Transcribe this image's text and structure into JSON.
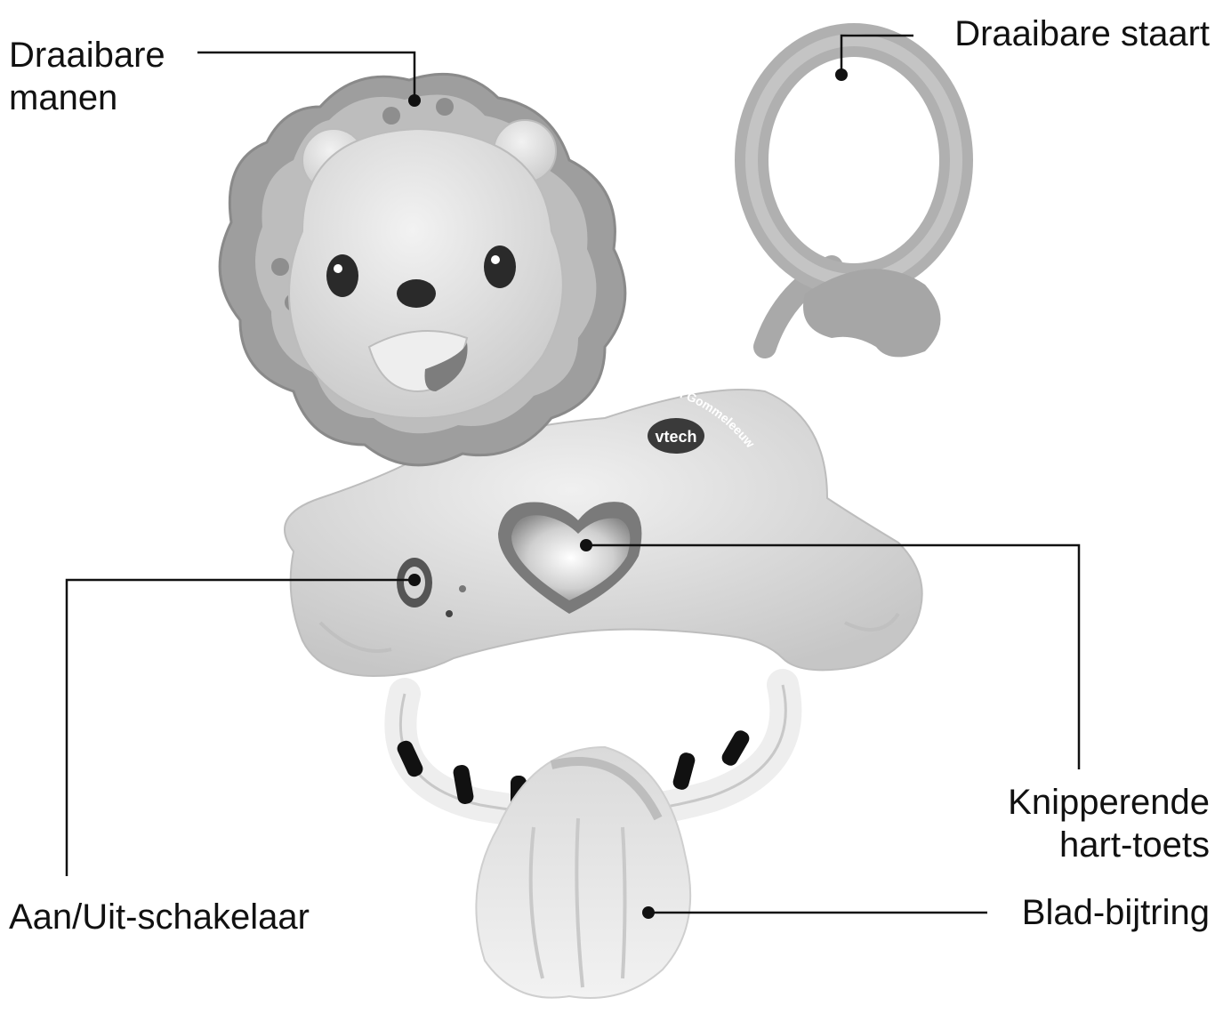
{
  "callouts": {
    "manes": {
      "lines": [
        "Draaibare",
        "manen"
      ]
    },
    "tail": {
      "lines": [
        "Draaibare staart"
      ]
    },
    "heart": {
      "lines": [
        "Knipperende",
        "hart-toets"
      ]
    },
    "power": {
      "lines": [
        "Aan/Uit-schakelaar"
      ]
    },
    "teether": {
      "lines": [
        "Blad-bijtring"
      ]
    }
  },
  "toy": {
    "logo_text": "vtech",
    "arc_text": "Prut & Speel Gommeleeuw"
  },
  "colors": {
    "line": "#111111",
    "toy_body": "#d9d9d9",
    "mane": "#a8a8a8",
    "tail": "#b3b3b3",
    "teether": "#e6e6e6",
    "ring_bead": "#111111"
  }
}
